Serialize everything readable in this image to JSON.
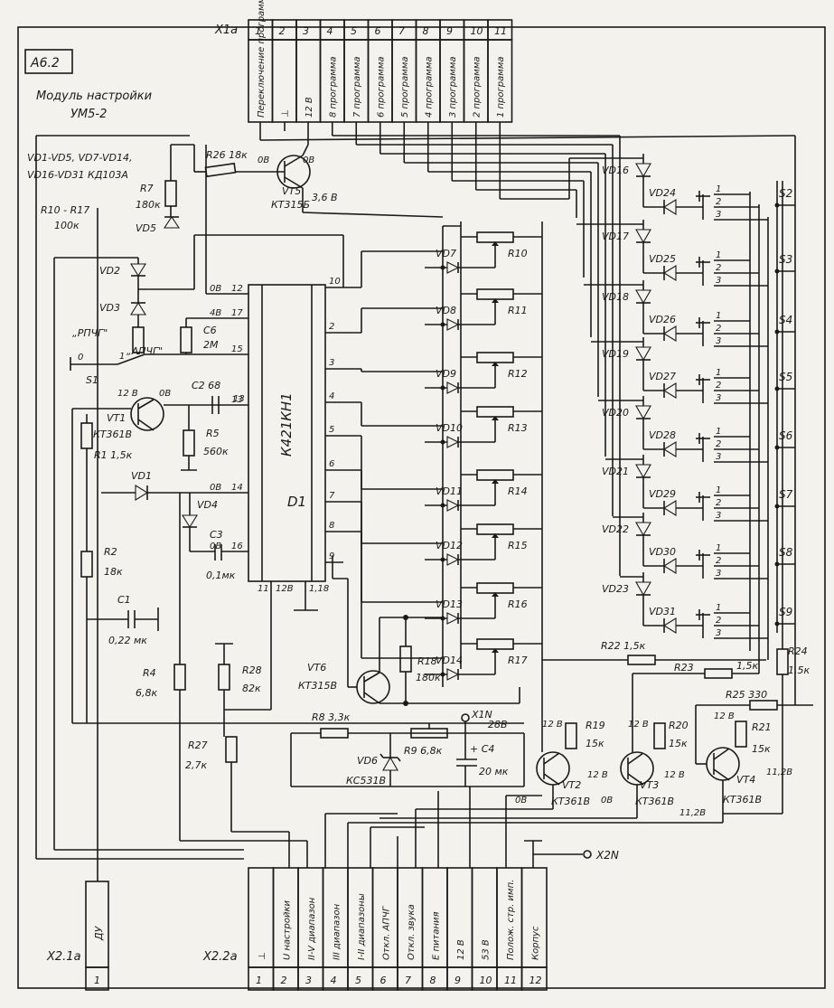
{
  "module": {
    "id": "А6.2",
    "title_line1": "Модуль настройки",
    "title_line2": "УМ5-2"
  },
  "notes": [
    "VD1-VD5, VD7-VD14,",
    "VD16-VD31 КД103А",
    "R10 - R17",
    "100к"
  ],
  "connector_x1": {
    "name": "X1а",
    "pins": [
      {
        "num": "1",
        "label": "Переключение программ"
      },
      {
        "num": "2",
        "label": "⊥"
      },
      {
        "num": "3",
        "label": "12 В"
      },
      {
        "num": "4",
        "label": "8 программа"
      },
      {
        "num": "5",
        "label": "7 программа"
      },
      {
        "num": "6",
        "label": "6 программа"
      },
      {
        "num": "7",
        "label": "5 программа"
      },
      {
        "num": "8",
        "label": "4 программа"
      },
      {
        "num": "9",
        "label": "3 программа"
      },
      {
        "num": "10",
        "label": "2 программа"
      },
      {
        "num": "11",
        "label": "1 программа"
      }
    ]
  },
  "connector_x2": {
    "name": "X2.2а",
    "pins": [
      {
        "num": "1",
        "label": "⊥"
      },
      {
        "num": "2",
        "label": "U настройки"
      },
      {
        "num": "3",
        "label": "II-V диапазон"
      },
      {
        "num": "4",
        "label": "III диапазон"
      },
      {
        "num": "5",
        "label": "I-II диапазоны"
      },
      {
        "num": "6",
        "label": "Откл. АПЧГ"
      },
      {
        "num": "7",
        "label": "Откл. звука"
      },
      {
        "num": "8",
        "label": "E питания"
      },
      {
        "num": "9",
        "label": "12 В"
      },
      {
        "num": "10",
        "label": "53 В"
      },
      {
        "num": "11",
        "label": "Полож. стр. имп."
      },
      {
        "num": "12",
        "label": "Корпус"
      }
    ]
  },
  "connector_x21": {
    "name": "X2.1а",
    "label": "ДУ",
    "pin": "1"
  },
  "x2n": "X2N",
  "x1n": "X1N",
  "ic": {
    "ref": "D1",
    "type": "К421КН1",
    "pins_left": [
      {
        "num": "12",
        "note": "0В"
      },
      {
        "num": "17",
        "note": "4В"
      },
      {
        "num": "15",
        "note": ""
      },
      {
        "num": "13",
        "note": ""
      },
      {
        "num": "14",
        "note": "0В"
      },
      {
        "num": "16",
        "note": "0В"
      }
    ],
    "pins_right": [
      "10",
      "2",
      "3",
      "4",
      "5",
      "6",
      "7",
      "8",
      "9"
    ],
    "pins_bottom": [
      "11",
      "12В",
      "1,18"
    ]
  },
  "components": {
    "r26": "R26 18к",
    "vt5_ref": "VT5",
    "vt5_type": "КТ315Б",
    "vt5_v": "3,6 В",
    "v0": "0В",
    "r7": "R7",
    "r7_val": "180к",
    "vd5": "VD5",
    "vd2": "VD2",
    "vd3": "VD3",
    "rpchg": "„РПЧГ\"",
    "apchg": "„АПЧГ\"",
    "s1": "S1",
    "s1_0": "0",
    "s1_1": "1",
    "c6": "C6",
    "c6_val": "2М",
    "c2": "C2 68",
    "vt1_ref": "VT1",
    "vt1_type": "КТ361В",
    "v12": "12 В",
    "r1": "R1 1,5к",
    "r5": "R5",
    "r5_val": "560к",
    "vd1": "VD1",
    "vd4": "VD4",
    "c3": "C3",
    "c3_val": "0,1мк",
    "r2": "R2",
    "r2_val": "18к",
    "c1": "C1",
    "c1_val": "0,22 мк",
    "r4": "R4",
    "r4_val": "6,8к",
    "r28": "R28",
    "r28_val": "82к",
    "r27": "R27",
    "r27_val": "2,7к",
    "vt6_ref": "VT6",
    "vt6_type": "КТ315В",
    "r18": "R18",
    "r18_val": "180к",
    "r8": "R8 3,3к",
    "vd6_ref": "VD6",
    "vd6_type": "КС531В",
    "r9": "R9 6,8к",
    "c4": "+ C4",
    "c4_val": "20 мк",
    "v28": "28В",
    "r22": "R22 1,5к",
    "r23": "R23",
    "r23_val": "1,5к",
    "r24": "R24",
    "r24_val": "1,5к",
    "r25": "R25 330",
    "r19": "R19",
    "r19_val": "15к",
    "r20": "R20",
    "r20_val": "15к",
    "r21": "R21",
    "r21_val": "15к",
    "vt2": "VT2",
    "vt3": "VT3",
    "vt4": "VT4",
    "kt361": "КТ361В",
    "v112": "11,2В"
  },
  "pot_channels": [
    {
      "vd": "VD7",
      "r": "R10",
      "pin": "10"
    },
    {
      "vd": "VD8",
      "r": "R11",
      "pin": "2"
    },
    {
      "vd": "VD9",
      "r": "R12",
      "pin": "3"
    },
    {
      "vd": "VD10",
      "r": "R13",
      "pin": "4"
    },
    {
      "vd": "VD11",
      "r": "R14",
      "pin": "5"
    },
    {
      "vd": "VD12",
      "r": "R15",
      "pin": "6"
    },
    {
      "vd": "VD13",
      "r": "R16",
      "pin": "7"
    },
    {
      "vd": "VD14",
      "r": "R17",
      "pin": "8"
    }
  ],
  "switch_rows": [
    {
      "top": "VD16",
      "side": "VD24",
      "s": "S2"
    },
    {
      "top": "VD17",
      "side": "VD25",
      "s": "S3"
    },
    {
      "top": "VD18",
      "side": "VD26",
      "s": "S4"
    },
    {
      "top": "VD19",
      "side": "VD27",
      "s": "S5"
    },
    {
      "top": "VD20",
      "side": "VD28",
      "s": "S6"
    },
    {
      "top": "VD21",
      "side": "VD29",
      "s": "S7"
    },
    {
      "top": "VD22",
      "side": "VD30",
      "s": "S8"
    },
    {
      "top": "VD23",
      "side": "VD31",
      "s": "S9"
    }
  ],
  "switch_contacts": [
    "1",
    "2",
    "3"
  ]
}
